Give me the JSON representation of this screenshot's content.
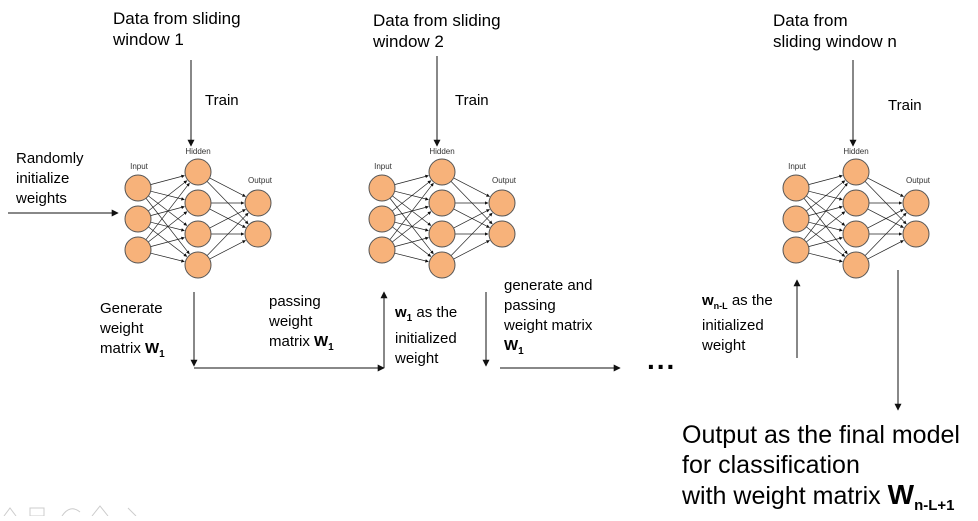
{
  "header": {
    "window1": "Data from sliding\nwindow 1",
    "window2": "Data from sliding\nwindow 2",
    "windown": "Data from\nsliding window n"
  },
  "train_label": "Train",
  "network_labels": {
    "input": "Input",
    "hidden": "Hidden",
    "output": "Output"
  },
  "random_init": "Randomly\ninitialize\nweights",
  "generate_w1": {
    "line1": "Generate",
    "line2": "weight",
    "line3_prefix": "matrix ",
    "bold": "W",
    "sub": "1"
  },
  "passing_w1": {
    "line1": "passing",
    "line2": "weight",
    "line3_prefix": "matrix ",
    "bold": "W",
    "sub": "1"
  },
  "w1_init": {
    "bold": "w",
    "sub": "1",
    "suffix": " as the",
    "line2": "initialized",
    "line3": "weight"
  },
  "gen_pass": {
    "line1": "generate and",
    "line2": "passing",
    "line3": "weight  matrix",
    "bold": "W",
    "sub": "1"
  },
  "wnl_init": {
    "bold": "w",
    "sub": "n-L",
    "suffix": "  as the",
    "line2": "initialized",
    "line3": "weight"
  },
  "ellipsis": "...",
  "final": {
    "line1": "Output as the final model",
    "line2": "for classification",
    "line3_prefix": "with weight matrix ",
    "bold": "W",
    "sub": "n-L+1"
  },
  "colors": {
    "neuron": "#f7b27a",
    "stroke": "#555555"
  }
}
